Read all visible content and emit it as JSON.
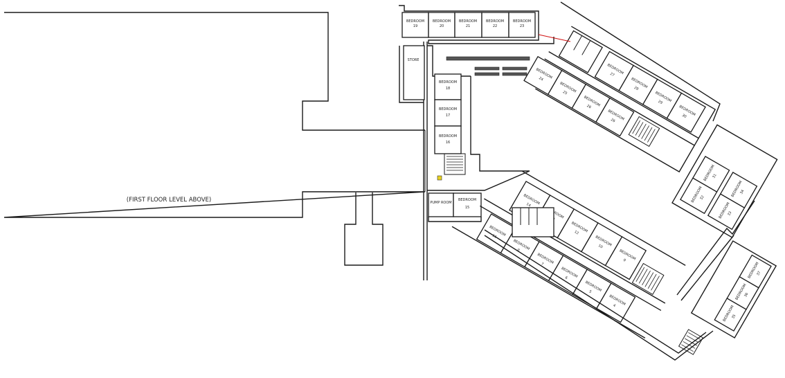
{
  "plan": {
    "first_floor_label": "(FIRST FLOOR LEVEL ABOVE)",
    "store_label": "STORE",
    "pump_room_label": "PUMP ROOM",
    "bedroom_word": "BEDROOM",
    "north_block": [
      "19",
      "20",
      "21",
      "22",
      "23"
    ],
    "west_block": [
      "18",
      "17",
      "16"
    ],
    "bedroom_15": "15",
    "ne_outer_row": [
      "27",
      "28",
      "29",
      "30"
    ],
    "ne_inner_row": [
      "24",
      "25",
      "26",
      "26"
    ],
    "e_inner_row": [
      "14",
      "13",
      "12",
      "10",
      "9"
    ],
    "e_outer_row": [
      "11",
      "8",
      "7",
      "6",
      "5",
      "4"
    ],
    "east_wing": [
      "32",
      "31",
      "33",
      "34"
    ],
    "se_wing": [
      "35",
      "36",
      "37"
    ]
  }
}
